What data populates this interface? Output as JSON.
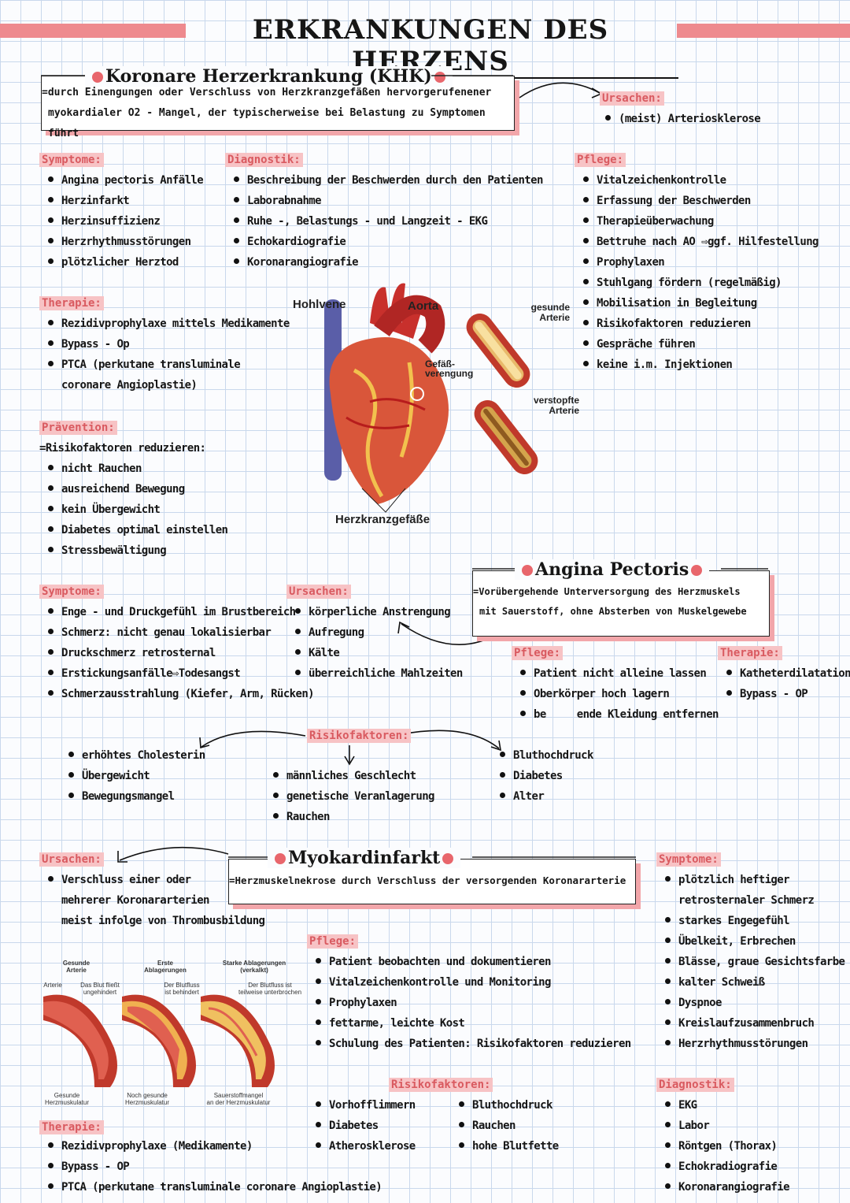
{
  "title": "ERKRANKUNGEN DES HERZENS",
  "colors": {
    "accent": "#e8666c",
    "highlight": "#f7c3c5",
    "grid": "#c9d8ec"
  },
  "khk": {
    "title": "Koronare Herzerkrankung (KHK)",
    "definition": [
      "=durch Einengungen oder Verschluss von Herzkranzgefäßen hervorgerufenener",
      "myokardialer O2 - Mangel, der typischerweise bei Belastung zu Symptomen führt"
    ],
    "ursachen_heading": "Ursachen:",
    "ursachen": [
      "(meist) Arteriosklerose"
    ],
    "symptome_heading": "Symptome:",
    "symptome": [
      "Angina pectoris Anfälle",
      "Herzinfarkt",
      "Herzinsuffizienz",
      "Herzrhythmusstörungen",
      "plötzlicher Herztod"
    ],
    "diagnostik_heading": "Diagnostik:",
    "diagnostik": [
      "Beschreibung der Beschwerden durch den Patienten",
      "Laborabnahme",
      "Ruhe -, Belastungs - und Langzeit - EKG",
      "Echokardiografie",
      "Koronarangiografie"
    ],
    "pflege_heading": "Pflege:",
    "pflege": [
      "Vitalzeichenkontrolle",
      "Erfassung der Beschwerden",
      "Therapieüberwachung",
      "Bettruhe nach AO",
      "Prophylaxen",
      "Stuhlgang fördern (regelmäßig)",
      "Mobilisation in Begleitung",
      "Risikofaktoren reduzieren",
      "Gespräche führen",
      "keine i.m. Injektionen"
    ],
    "pflege_extra": "ggf. Hilfestellung",
    "therapie_heading": "Therapie:",
    "therapie": [
      "Rezidivprophylaxe mittels Medikamente",
      "Bypass - Op",
      "PTCA (perkutane transluminale",
      "coronare Angioplastie)"
    ],
    "praevention_heading": "Prävention:",
    "praevention_intro": "=Risikofaktoren reduzieren:",
    "praevention": [
      "nicht Rauchen",
      "ausreichend Bewegung",
      "kein Übergewicht",
      "Diabetes optimal einstellen",
      "Stressbewältigung"
    ]
  },
  "heart_image": {
    "labels": {
      "hohlvene": "Hohlvene",
      "aorta": "Aorta",
      "herzkranz": "Herzkranzgefäße",
      "gefaess": "Gefäß-",
      "verengung": "verengung",
      "gesunde1": "gesunde",
      "gesunde2": "Arterie",
      "verstopfte1": "verstopfte",
      "verstopfte2": "Arterie"
    }
  },
  "angina": {
    "title": "Angina Pectoris",
    "definition": [
      "=Vorübergehende Unterversorgung des Herzmuskels",
      "mit Sauerstoff, ohne Absterben von Muskelgewebe"
    ],
    "symptome_heading": "Symptome:",
    "symptome": [
      "Enge - und Druckgefühl im Brustbereich",
      "Schmerz: nicht genau lokalisierbar",
      "Druckschmerz retrosternal",
      "Erstickungsanfälle",
      "Schmerzausstrahlung (Kiefer, Arm, Rücken)"
    ],
    "symptome_extra": "Todesangst",
    "ursachen_heading": "Ursachen:",
    "ursachen": [
      "körperliche Anstrengung",
      "Aufregung",
      "Kälte",
      "überreichliche Mahlzeiten"
    ],
    "pflege_heading": "Pflege:",
    "pflege": [
      "Patient nicht alleine lassen",
      "Oberkörper hoch lagern",
      "be     ende Kleidung entfernen"
    ],
    "therapie_heading": "Therapie:",
    "therapie": [
      "Katheterdilatation",
      "Bypass - OP"
    ],
    "risiko_heading": "Risikofaktoren:",
    "risiko_left": [
      "erhöhtes Cholesterin",
      "Übergewicht",
      "Bewegungsmangel"
    ],
    "risiko_mid": [
      "männliches Geschlecht",
      "genetische Veranlagerung",
      "Rauchen"
    ],
    "risiko_right": [
      "Bluthochdruck",
      "Diabetes",
      "Alter"
    ]
  },
  "myokard": {
    "title": "Myokardinfarkt",
    "definition": "=Herzmuskelnekrose durch Verschluss der versorgenden Koronararterie",
    "ursachen_heading": "Ursachen:",
    "ursachen": [
      "Verschluss einer oder",
      "mehrerer Koronararterien",
      "meist infolge von Thrombusbildung"
    ],
    "symptome_heading": "Symptome:",
    "symptome": [
      "plötzlich heftiger",
      "retrosternaler Schmerz",
      "starkes Engegefühl",
      "Übelkeit, Erbrechen",
      "Blässe, graue Gesichtsfarbe",
      "kalter Schweiß",
      "Dyspnoe",
      "Kreislaufzusammenbruch",
      "Herzrhythmusstörungen"
    ],
    "pflege_heading": "Pflege:",
    "pflege": [
      "Patient beobachten und dokumentieren",
      "Vitalzeichenkontrolle und Monitoring",
      "Prophylaxen",
      "fettarme, leichte Kost",
      "Schulung des Patienten: Risikofaktoren reduzieren"
    ],
    "risiko_heading": "Risikofaktoren:",
    "risiko_left": [
      "Vorhofflimmern",
      "Diabetes",
      "Atherosklerose"
    ],
    "risiko_right": [
      "Bluthochdruck",
      "Rauchen",
      "hohe Blutfette"
    ],
    "therapie_heading": "Therapie:",
    "therapie": [
      "Rezidivprophylaxe (Medikamente)",
      "Bypass - OP",
      "PTCA (perkutane transluminale coronare Angioplastie)"
    ],
    "diagnostik_heading": "Diagnostik:",
    "diagnostik": [
      "EKG",
      "Labor",
      "Röntgen (Thorax)",
      "Echokradiografie",
      "Koronarangiografie"
    ],
    "artery_labels": {
      "top1": "Gesunde\nArterie",
      "top2": "Erste\nAblagerungen",
      "top3": "Starke Ablagerungen\n(verkalkt)",
      "arterie": "Arterie",
      "flow1": "Das Blut fließt\nungehindert",
      "flow2": "Der Blutfluss\nist behindert",
      "flow3": "Der Blutfluss ist\nteilweise unterbrochen",
      "bot1": "Gesunde\nHerzmuskulatur",
      "bot2": "Noch gesunde\nHerzmuskulatur",
      "bot3": "Sauerstoffmangel\nan der Herzmuskulatur"
    }
  }
}
